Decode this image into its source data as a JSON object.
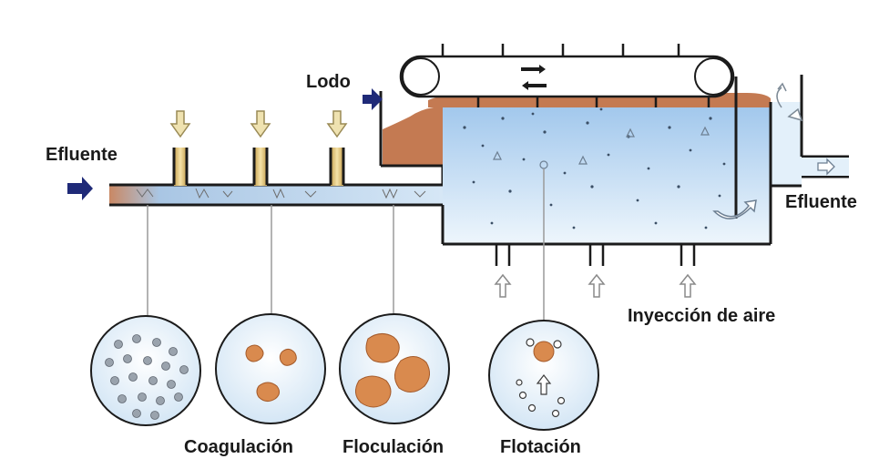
{
  "labels": {
    "effluent_in": "Efluente",
    "sludge": "Lodo",
    "effluent_out": "Efluente",
    "air_injection": "Inyección de aire",
    "coagulation": "Coagulación",
    "flocculation": "Floculación",
    "flotation": "Flotación"
  },
  "colors": {
    "water_light": "#dcecf8",
    "water_dark": "#9fc6ec",
    "sludge": "#c47a52",
    "pipe_wall": "#1b1b1b",
    "arrow_navy": "#1f2a78",
    "chemical_yellow": "#e8d08a",
    "floc_orange": "#d98a4e"
  },
  "icons": [
    "flow-arrow-icon",
    "chemical-dose-arrow-icon",
    "air-up-arrow-icon",
    "conveyor-direction-arrow-icon",
    "recirculation-arrow-icon"
  ]
}
